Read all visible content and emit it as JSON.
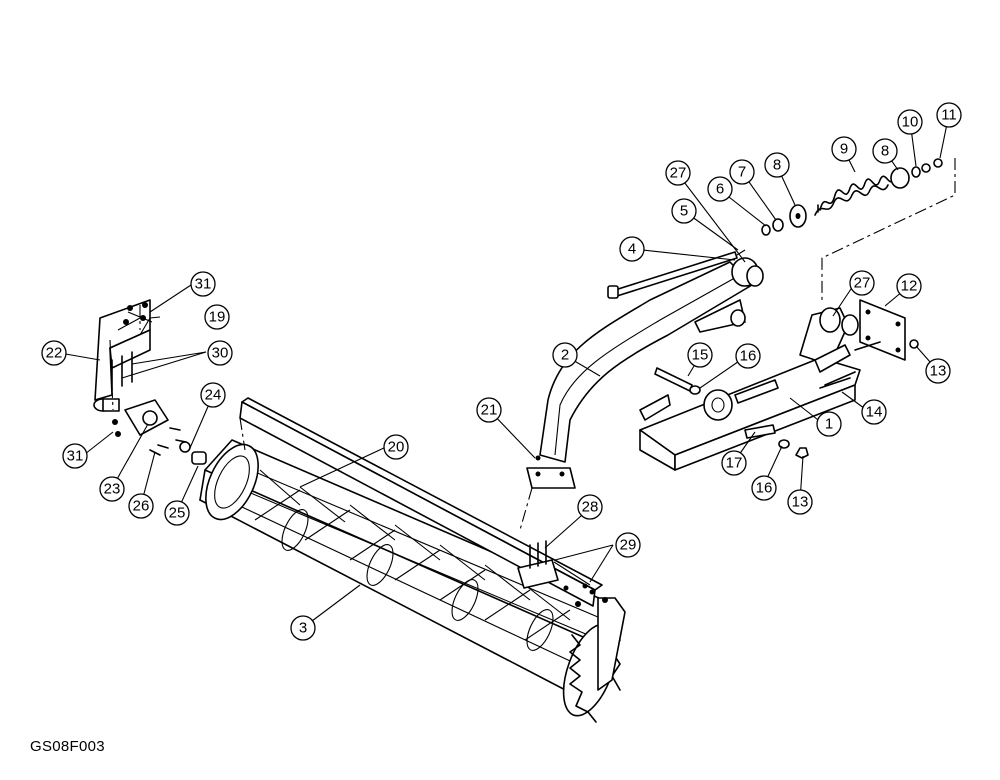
{
  "figure": {
    "code": "GS08F003"
  },
  "callouts": [
    "1",
    "2",
    "3",
    "4",
    "5",
    "6",
    "7",
    "8",
    "8",
    "9",
    "10",
    "11",
    "12",
    "13",
    "13",
    "14",
    "15",
    "16",
    "16",
    "17",
    "19",
    "20",
    "21",
    "22",
    "23",
    "24",
    "25",
    "26",
    "27",
    "27",
    "28",
    "29",
    "30",
    "31",
    "31"
  ]
}
